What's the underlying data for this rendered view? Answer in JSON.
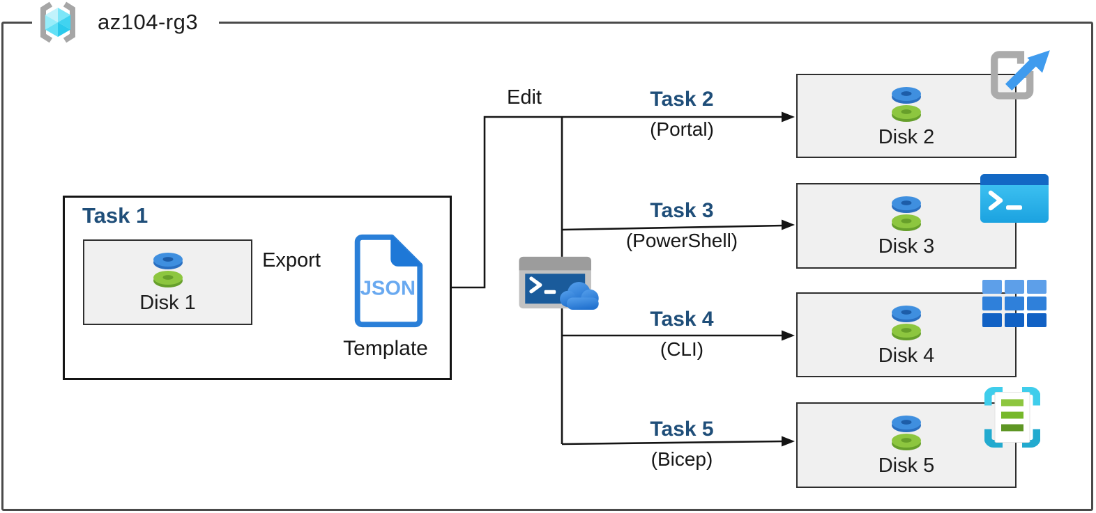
{
  "title": {
    "resource_group": "az104-rg3"
  },
  "edit_label": "Edit",
  "task1": {
    "label": "Task 1",
    "disk_label": "Disk 1",
    "export_label": "Export",
    "template_doc_text": "JSON",
    "template_label": "Template"
  },
  "tasks": [
    {
      "label": "Task 2",
      "method": "(Portal)",
      "disk_label": "Disk 2",
      "icon": "portal-launch-icon"
    },
    {
      "label": "Task 3",
      "method": "(PowerShell)",
      "disk_label": "Disk 3",
      "icon": "powershell-icon"
    },
    {
      "label": "Task 4",
      "method": "(CLI)",
      "disk_label": "Disk 4",
      "icon": "cli-grid-icon"
    },
    {
      "label": "Task 5",
      "method": "(Bicep)",
      "disk_label": "Disk 5",
      "icon": "bicep-template-icon"
    }
  ],
  "icons": {
    "resource_group": "resource-group-icon",
    "disk": "azure-disk-icon",
    "json_template": "json-document-icon",
    "cloud_shell": "cloud-shell-icon"
  },
  "colors": {
    "task_label": "#1f4e79",
    "connector": "#141414",
    "box_fill": "#f0f0f0",
    "disk_blue": "#3f8fdf",
    "disk_green": "#8dc63f",
    "json_blue": "#2a7fd8",
    "json_text": "#69a9f0",
    "rg_cyan": "#50e6ff",
    "cloud_blue": "#2f7fd6",
    "arrow_blue": "#3f9bee",
    "powershell_title": "#1368c4",
    "powershell_body": "#30b9ef",
    "cli_blue": "#2f80da",
    "bicep_cyan": "#30bfe0"
  }
}
